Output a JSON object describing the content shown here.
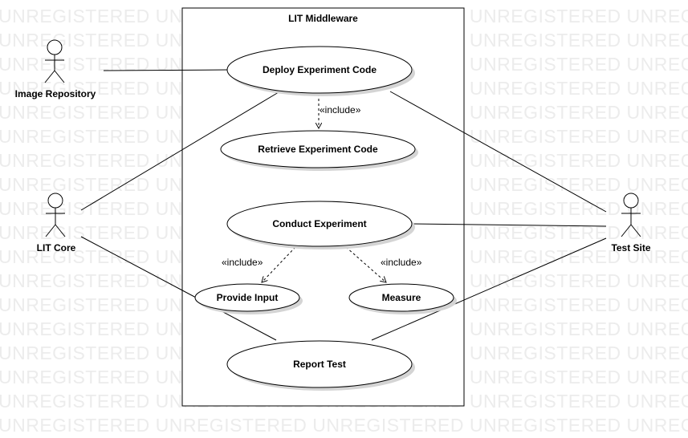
{
  "watermark": {
    "text": "UNREGISTERED UNREGISTERED UNREGISTERED UNREGISTERED UNREGISTERED UNREGISTERED"
  },
  "system": {
    "title": "LIT Middleware"
  },
  "actors": {
    "image_repository": "Image Repository",
    "lit_core": "LIT Core",
    "test_site": "Test Site"
  },
  "use_cases": {
    "deploy": "Deploy Experiment Code",
    "retrieve": "Retrieve Experiment Code",
    "conduct": "Conduct Experiment",
    "provide_input": "Provide Input",
    "measure": "Measure",
    "report": "Report Test"
  },
  "relations": {
    "deploy_retrieve": "«include»",
    "conduct_provide_input": "«include»",
    "conduct_measure": "«include»"
  }
}
